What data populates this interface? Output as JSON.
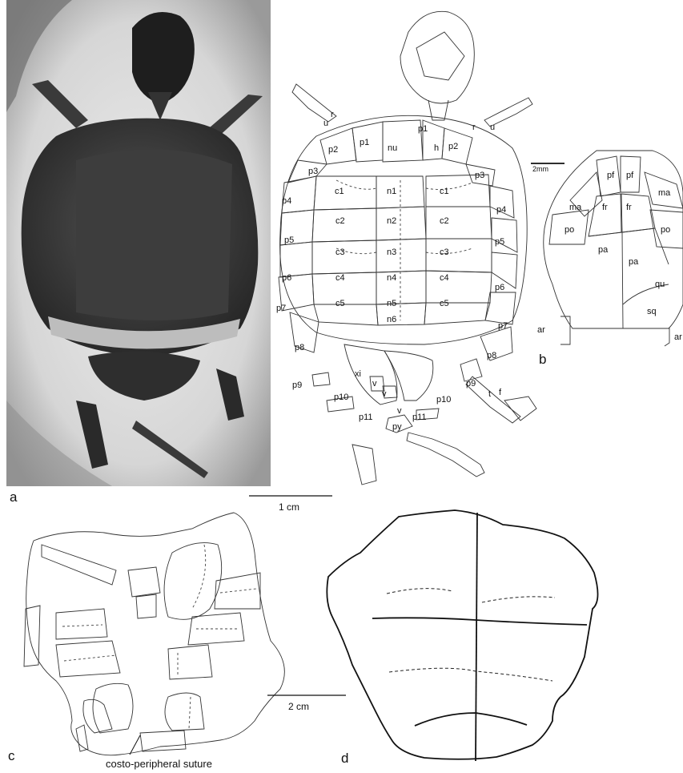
{
  "panels": {
    "a": "a",
    "b": "b",
    "c": "c",
    "d": "d"
  },
  "scales": {
    "a": "1 cm",
    "b": "2mm",
    "c": "2 cm"
  },
  "labels_a": {
    "p1_left": "p1",
    "p1_right": "p1",
    "nu": "nu",
    "h": "h",
    "p2_left": "p2",
    "p2_right": "p2",
    "p3_left": "p3",
    "p3_right": "p3",
    "p4_left": "p4",
    "p4_right": "p4",
    "p5_left": "p5",
    "p5_right": "p5",
    "p6_left": "p6",
    "p6_right": "p6",
    "p7_left": "p7",
    "p7_right": "p7",
    "p8_left": "p8",
    "p8_right": "p8",
    "p9_left": "p9",
    "p9_right": "p9",
    "p10_left": "p10",
    "p10_right": "p10",
    "p11_left": "p11",
    "p11_right": "p11",
    "c1_left": "c1",
    "c1_right": "c1",
    "c2_left": "c2",
    "c2_right": "c2",
    "c3_left": "c3",
    "c3_right": "c3",
    "c4_left": "c4",
    "c4_right": "c4",
    "c5_left": "c5",
    "c5_right": "c5",
    "n1": "n1",
    "n2": "n2",
    "n3": "n3",
    "n4": "n4",
    "n5": "n5",
    "n6": "n6",
    "r_left": "r",
    "u_left": "u",
    "r_right": "r",
    "u_right": "u",
    "xi": "xi",
    "v1": "v",
    "v2": "v",
    "v3": "v",
    "py": "py",
    "t": "t",
    "f": "f"
  },
  "labels_b": {
    "pf_left": "pf",
    "pf_right": "pf",
    "ma_left": "ma",
    "ma_right": "ma",
    "fr_left": "fr",
    "fr_right": "fr",
    "po_left": "po",
    "po_right": "po",
    "pa_left": "pa",
    "pa_right": "pa",
    "qu": "qu",
    "sq": "sq",
    "ar_left": "ar",
    "ar_right": "ar"
  },
  "labels_c": {
    "suture": "costo-peripheral suture"
  },
  "colors": {
    "line": "#333333",
    "photo_dark": "#2a2a2a",
    "photo_bg": "#d8d8d8"
  }
}
